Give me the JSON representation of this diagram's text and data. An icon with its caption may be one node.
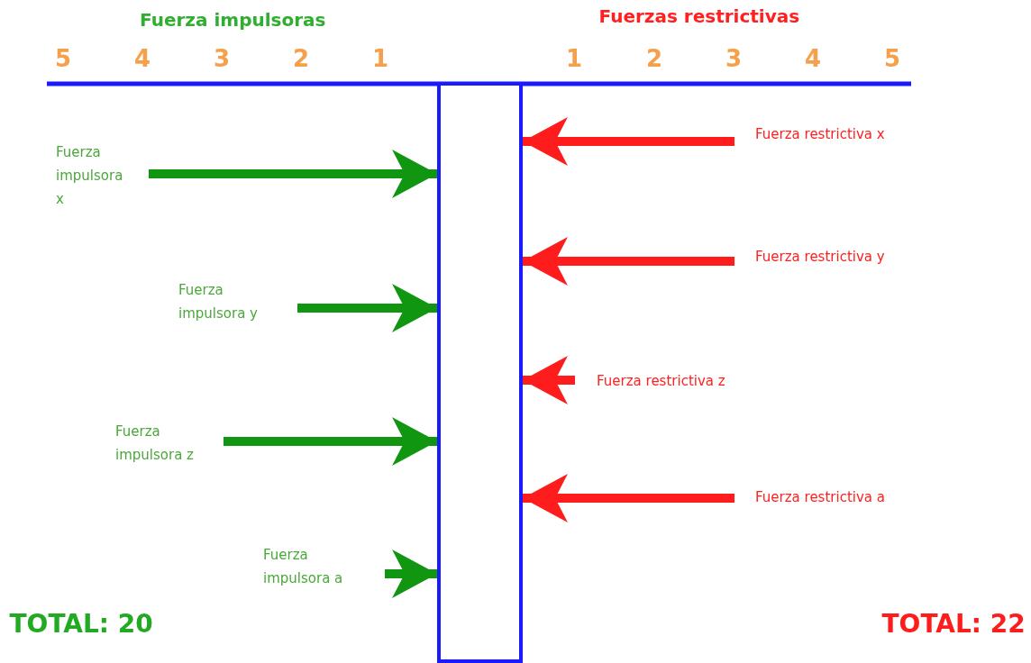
{
  "diagram": {
    "nodes": [
      {
        "text": [
          "Fuerza impulsora x"
        ]
      },
      {
        "text": [
          "Fuerza impulsora y"
        ]
      },
      {
        "text": [
          "Fuerza impulsora z"
        ]
      },
      {
        "text": [
          "Fuerza impulsora a"
        ]
      },
      {
        "text": [
          "Fuerza restrictiva x"
        ]
      },
      {
        "text": [
          "Fuerza restrictiva y"
        ]
      },
      {
        "text": [
          "Fuerza restrictiva z"
        ]
      },
      {
        "text": [
          "Fuerza restrictiva a"
        ]
      },
      {
        "text": [],
        "shape": "bar"
      }
    ],
    "edges": [
      {
        "from": 0,
        "to": 8,
        "arrow": "to",
        "color": "#119611"
      },
      {
        "from": 1,
        "to": 8,
        "arrow": "to",
        "color": "#119611"
      },
      {
        "from": 2,
        "to": 8,
        "arrow": "to",
        "color": "#119611"
      },
      {
        "from": 3,
        "to": 8,
        "arrow": "to",
        "color": "#119611"
      },
      {
        "from": 4,
        "to": 8,
        "arrow": "to",
        "color": "#ff1c1c"
      },
      {
        "from": 5,
        "to": 8,
        "arrow": "to",
        "color": "#ff1c1c"
      },
      {
        "from": 6,
        "to": 8,
        "arrow": "to",
        "color": "#ff1c1c"
      },
      {
        "from": 7,
        "to": 8,
        "arrow": "to",
        "color": "#ff1c1c"
      }
    ],
    "labels": [
      "Fuerza impulsoras",
      "Fuerzas restrictivas",
      "5",
      "4",
      "3",
      "2",
      "1",
      "1",
      "2",
      "3",
      "4",
      "5",
      "TOTAL: 20",
      "TOTAL: 22"
    ]
  }
}
